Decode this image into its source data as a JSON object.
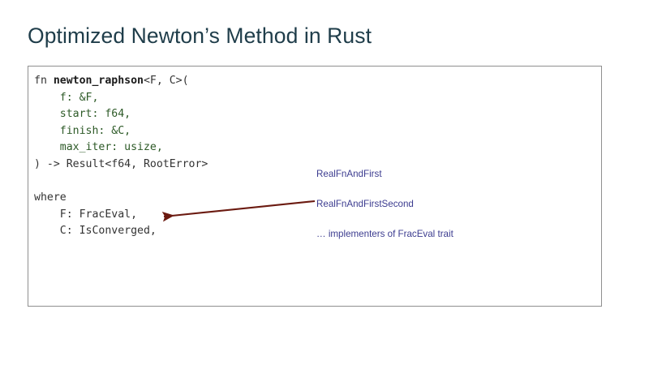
{
  "slide": {
    "title": "Optimized Newton’s Method in Rust",
    "background_color": "#ffffff",
    "title_color": "#1f3d4a"
  },
  "code_block": {
    "language": "rust",
    "border_color": "#8f8f8f",
    "background_color": "#ffffff",
    "plain_color": "#333333",
    "name_color": "#1a1a1a",
    "param_color": "#2d5a27",
    "lines": [
      {
        "id": "signature-open",
        "text": "fn newton_raphson<F, C>(",
        "segments": [
          {
            "text": "fn ",
            "style": "plain"
          },
          {
            "text": "newton_raphson",
            "style": "name"
          },
          {
            "text": "<F, C>(",
            "style": "plain"
          }
        ]
      },
      {
        "id": "param-f",
        "text": "    f: &F,",
        "segments": [
          {
            "text": "    f: &F,",
            "style": "param"
          }
        ]
      },
      {
        "id": "param-start",
        "text": "    start: f64,",
        "segments": [
          {
            "text": "    start: f64,",
            "style": "param"
          }
        ]
      },
      {
        "id": "param-finish",
        "text": "    finish: &C,",
        "segments": [
          {
            "text": "    finish: &C,",
            "style": "param"
          }
        ]
      },
      {
        "id": "param-max-iter",
        "text": "    max_iter: usize,",
        "segments": [
          {
            "text": "    max_iter: usize,",
            "style": "param"
          }
        ]
      },
      {
        "id": "return-type",
        "text": ") -> Result<f64, RootError>",
        "segments": [
          {
            "text": ") -> Result<f64, RootError>",
            "style": "plain"
          }
        ]
      },
      {
        "id": "blank-1",
        "text": "",
        "segments": [
          {
            "text": "",
            "style": "plain"
          }
        ]
      },
      {
        "id": "where-keyword",
        "text": "where",
        "segments": [
          {
            "text": "where",
            "style": "plain"
          }
        ]
      },
      {
        "id": "bound-f-fraceval",
        "text": "    F: FracEval,",
        "segments": [
          {
            "text": "    F: FracEval,",
            "style": "plain"
          }
        ]
      },
      {
        "id": "bound-c-isconverged",
        "text": "    C: IsConverged,",
        "segments": [
          {
            "text": "    C: IsConverged,",
            "style": "plain"
          }
        ]
      }
    ]
  },
  "annotations": {
    "color": "#3b3b8f",
    "items": [
      {
        "id": "real-fn-and-first",
        "text": "RealFnAndFirst"
      },
      {
        "id": "real-fn-and-first-second",
        "text": "RealFnAndFirstSecond"
      },
      {
        "id": "implementers-note",
        "text": "… implementers of FracEval trait"
      }
    ]
  },
  "arrow": {
    "color": "#6b1a10",
    "points_to": "F: FracEval,",
    "from_label": "RealFnAndFirstSecond"
  }
}
